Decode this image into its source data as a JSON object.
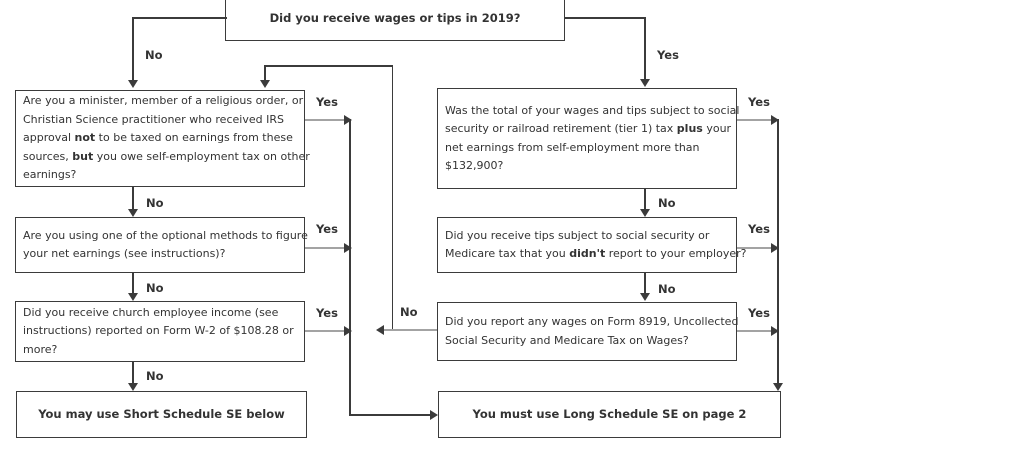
{
  "labels": {
    "yes": "Yes",
    "no": "No"
  },
  "colors": {
    "line": "#3b3b3b",
    "line_light": "#a3a3a3",
    "text": "#333333",
    "background": "#ffffff"
  },
  "boxes": {
    "q_top": {
      "lines": [
        [
          {
            "t": "Did you receive wages or tips in 2019?",
            "b": true
          }
        ]
      ]
    },
    "q_minister": {
      "lines": [
        [
          "Are you a minister, member of a religious order, or"
        ],
        [
          "Christian Science practitioner who received IRS"
        ],
        [
          "approval ",
          {
            "t": "not",
            "b": true
          },
          " to be taxed on earnings from these"
        ],
        [
          "sources, ",
          {
            "t": "but",
            "b": true
          },
          " you owe self-employment tax on other"
        ],
        [
          "earnings?"
        ]
      ]
    },
    "q_optional_methods": {
      "lines": [
        [
          "Are you using one of the optional methods to figure"
        ],
        [
          "your net earnings (see instructions)?"
        ]
      ]
    },
    "q_church_income": {
      "lines": [
        [
          "Did you receive church employee income (see"
        ],
        [
          "instructions) reported on Form W-2 of $108.28 or"
        ],
        [
          "more?"
        ]
      ]
    },
    "q_wages_limit": {
      "lines": [
        [
          "Was the total of your wages and tips subject to social"
        ],
        [
          "security or railroad retirement (tier 1) tax ",
          {
            "t": "plus",
            "b": true
          },
          " your"
        ],
        [
          "net earnings from self-employment more than"
        ],
        [
          "$132,900?"
        ]
      ]
    },
    "q_unreported_tips": {
      "lines": [
        [
          "Did you receive tips subject to social security or"
        ],
        [
          "Medicare tax that you ",
          {
            "t": "didn't",
            "b": true
          },
          " report to your employer?"
        ]
      ]
    },
    "q_form_8919": {
      "lines": [
        [
          "Did you report any wages on Form 8919, Uncollected"
        ],
        [
          "Social Security and Medicare Tax on Wages?"
        ]
      ]
    },
    "result_short": {
      "lines": [
        [
          {
            "t": "You may use Short Schedule SE below",
            "b": true
          }
        ]
      ]
    },
    "result_long": {
      "lines": [
        [
          {
            "t": "You must use Long Schedule SE on page 2",
            "b": true
          }
        ]
      ]
    }
  }
}
